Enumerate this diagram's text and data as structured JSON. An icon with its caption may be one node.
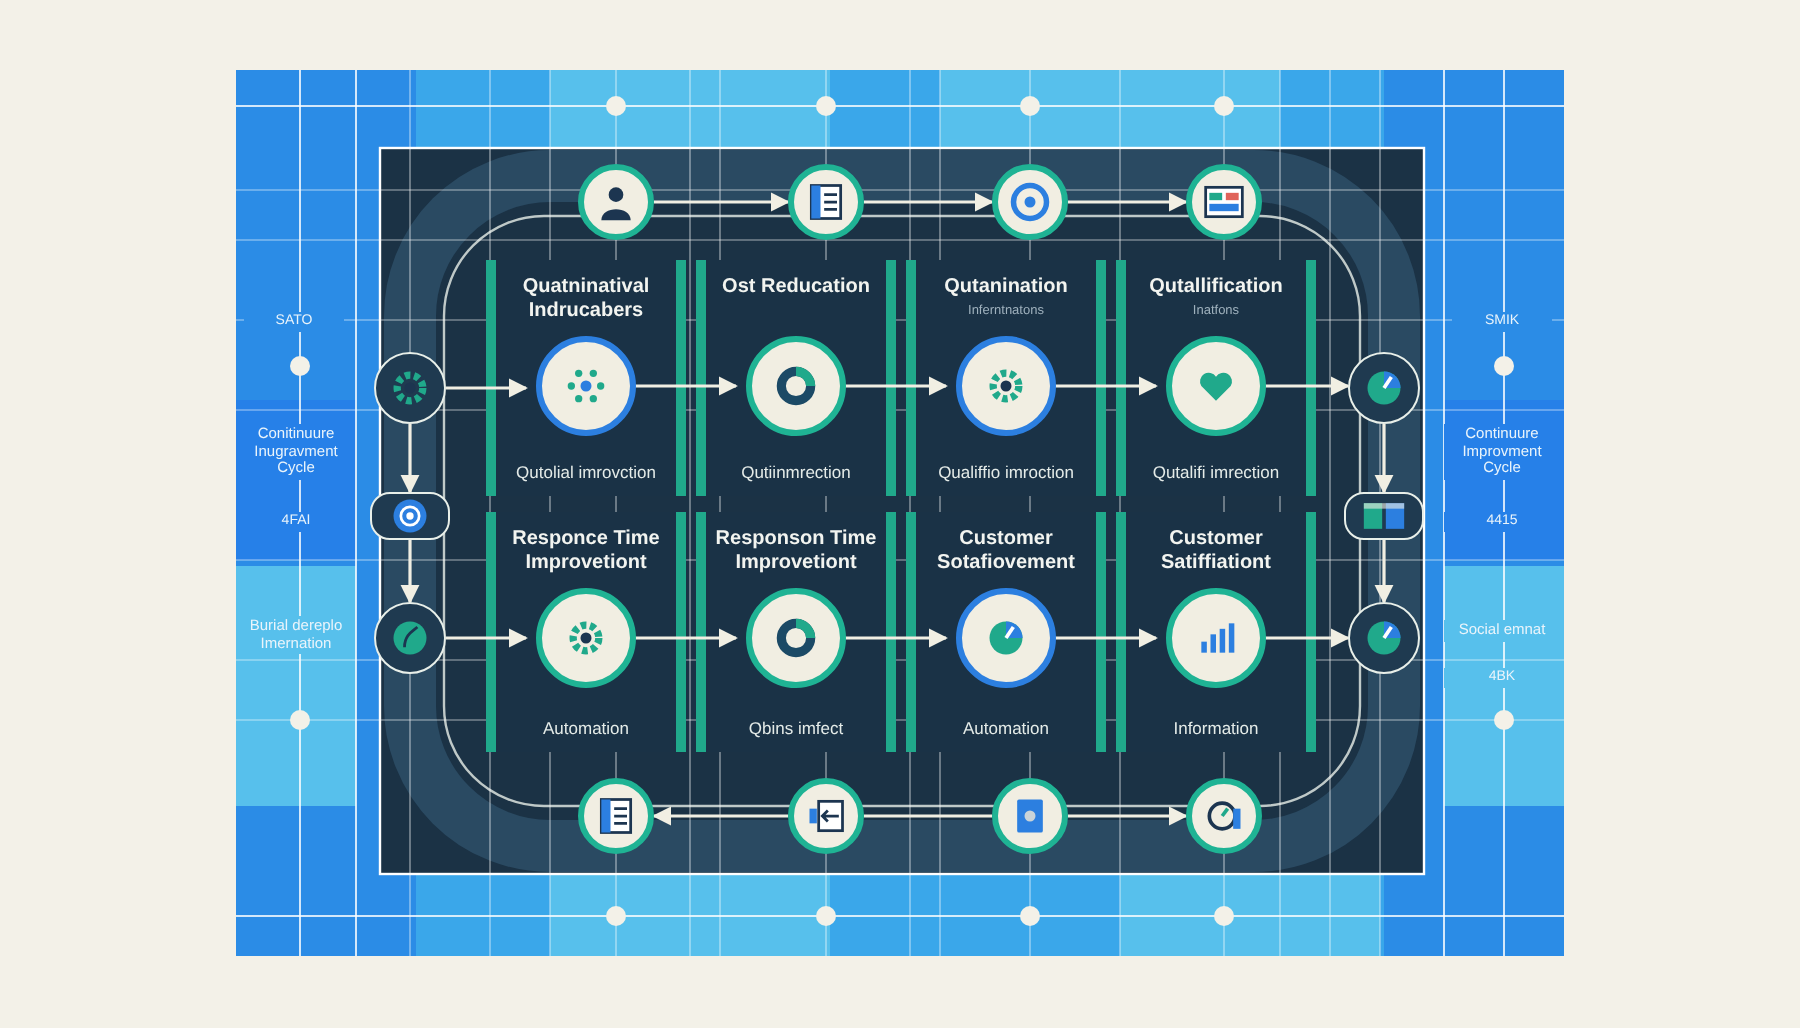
{
  "diagram": {
    "nodes": [
      {
        "text": [],
        "shape": "circle"
      },
      {
        "text": [],
        "shape": "circle"
      },
      {
        "text": [],
        "shape": "circle"
      },
      {
        "text": [],
        "shape": "circle"
      },
      {
        "text": [],
        "shape": "circle"
      },
      {
        "text": [
          "Quatninatival Indrucabers",
          "Qutolial imrovction"
        ]
      },
      {
        "text": [],
        "shape": "circle",
        "in": 5
      },
      {
        "text": [
          "Ost Reducation",
          "Qutiinmrection"
        ]
      },
      {
        "text": [],
        "shape": "circle",
        "in": 7
      },
      {
        "text": [
          "Qutanination",
          "Inferntnatons",
          "Qualiffio imroction"
        ]
      },
      {
        "text": [],
        "shape": "circle",
        "in": 9
      },
      {
        "text": [
          "Qutallification",
          "Inatfons",
          "Qutalifi imrection"
        ]
      },
      {
        "text": [],
        "shape": "circle",
        "in": 11
      },
      {
        "text": [],
        "shape": "circle"
      },
      {
        "text": [],
        "shape": "box"
      },
      {
        "text": [],
        "shape": "box"
      },
      {
        "text": [],
        "shape": "circle"
      },
      {
        "text": [
          "Responce Time Improvetiont",
          "Automation"
        ]
      },
      {
        "text": [],
        "shape": "circle",
        "in": 17
      },
      {
        "text": [
          "Responson Time Improvetiont",
          "Qbins imfect"
        ]
      },
      {
        "text": [],
        "shape": "circle",
        "in": 19
      },
      {
        "text": [
          "Customer Sotafiovement",
          "Automation"
        ]
      },
      {
        "text": [],
        "shape": "circle",
        "in": 21
      },
      {
        "text": [
          "Customer Satiffiationt",
          "Information"
        ]
      },
      {
        "text": [],
        "shape": "circle",
        "in": 23
      },
      {
        "text": [],
        "shape": "circle"
      },
      {
        "text": [],
        "shape": "circle"
      },
      {
        "text": [],
        "shape": "circle"
      },
      {
        "text": [],
        "shape": "circle"
      },
      {
        "text": [],
        "shape": "circle"
      }
    ],
    "edges": [
      {
        "from": 0,
        "to": 1,
        "arrow": "to"
      },
      {
        "from": 1,
        "to": 2,
        "arrow": "to"
      },
      {
        "from": 2,
        "to": 3,
        "arrow": "to"
      },
      {
        "from": 4,
        "to": 6,
        "arrow": "to"
      },
      {
        "from": 6,
        "to": 8,
        "arrow": "to"
      },
      {
        "from": 8,
        "to": 10,
        "arrow": "to"
      },
      {
        "from": 10,
        "to": 12,
        "arrow": "to"
      },
      {
        "from": 12,
        "to": 13,
        "arrow": "to"
      },
      {
        "from": 4,
        "to": 14,
        "arrow": "to"
      },
      {
        "from": 14,
        "to": 16,
        "arrow": "to"
      },
      {
        "from": 13,
        "to": 15,
        "arrow": "to"
      },
      {
        "from": 15,
        "to": 25,
        "arrow": "to"
      },
      {
        "from": 16,
        "to": 18,
        "arrow": "to"
      },
      {
        "from": 18,
        "to": 20,
        "arrow": "to"
      },
      {
        "from": 20,
        "to": 22,
        "arrow": "to"
      },
      {
        "from": 22,
        "to": 24,
        "arrow": "to"
      },
      {
        "from": 24,
        "to": 25,
        "arrow": "to"
      },
      {
        "from": 27,
        "to": 26,
        "arrow": "to"
      },
      {
        "from": 27,
        "to": 28,
        "arrow": "none"
      },
      {
        "from": 28,
        "to": 29,
        "arrow": "to"
      }
    ],
    "labels": [
      "SATO",
      "Conitinuure Inugravment Cycle",
      "4FAI",
      "Burial dereplo Imernation",
      "SMIK",
      "Continuure Improvment Cycle",
      "4415",
      "Social emnat",
      "4BK"
    ]
  }
}
